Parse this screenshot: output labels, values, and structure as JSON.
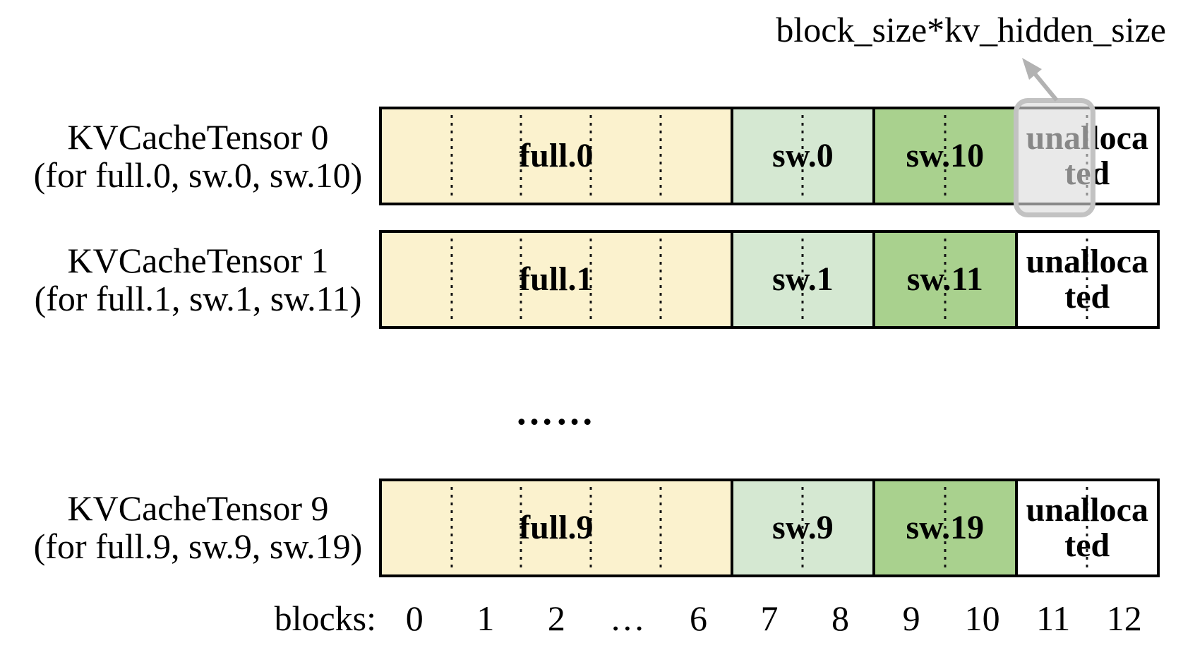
{
  "annotation": {
    "text": "block_size*kv_hidden_size"
  },
  "rows": [
    {
      "title": "KVCacheTensor 0",
      "subtitle": "(for full.0, sw.0, sw.10)",
      "segments": {
        "full": "full.0",
        "sw_a": "sw.0",
        "sw_b": "sw.10",
        "unallocated_line1": "unalloca",
        "unallocated_line2": "ted"
      }
    },
    {
      "title": "KVCacheTensor 1",
      "subtitle": "(for full.1, sw.1, sw.11)",
      "segments": {
        "full": "full.1",
        "sw_a": "sw.1",
        "sw_b": "sw.11",
        "unallocated_line1": "unalloca",
        "unallocated_line2": "ted"
      }
    },
    {
      "title": "KVCacheTensor 9",
      "subtitle": "(for full.9, sw.9, sw.19)",
      "segments": {
        "full": "full.9",
        "sw_a": "sw.9",
        "sw_b": "sw.19",
        "unallocated_line1": "unalloca",
        "unallocated_line2": "ted"
      }
    }
  ],
  "ellipsis": "……",
  "axis": {
    "label": "blocks:",
    "ticks": [
      "0",
      "1",
      "2",
      "…",
      "6",
      "7",
      "8",
      "9",
      "10",
      "11",
      "12"
    ]
  },
  "colors": {
    "seg-full": "#FBF2CE",
    "seg-swa": "#D5E8D2",
    "seg-swb": "#A9D18E",
    "seg-unalloc": "#FFFFFF",
    "bar-border": "#000000",
    "hl-border": "#C2C2C2",
    "hl-fill": "rgba(219,219,219,0.62)",
    "arrow": "#B2B2B2"
  }
}
